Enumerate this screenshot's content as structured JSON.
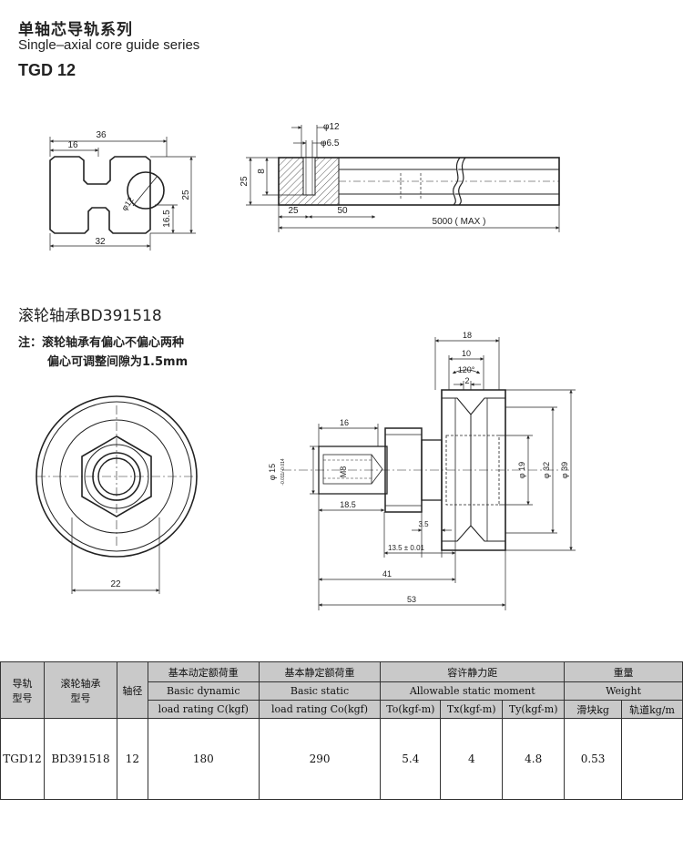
{
  "header": {
    "title_cn": "单轴芯导轨系列",
    "title_en": "Single–axial core guide series",
    "model": "TGD 12"
  },
  "rail_drawing": {
    "dim_36": "36",
    "dim_16": "16",
    "dim_25": "25",
    "dim_16_5": "16.5",
    "dim_32": "32",
    "dim_phi12_circle": "φ12",
    "side_phi12": "φ12",
    "side_phi6_5": "φ6.5",
    "side_25": "25",
    "side_8": "8",
    "side_25b": "25",
    "side_50": "50",
    "side_5000": "5000 ( MAX )"
  },
  "bearing": {
    "title": "滚轮轴承BD391518",
    "note_line1": "注：滚轮轴承有偏心不偏心两种",
    "note_line2": "偏心可调整间隙为1.5mm",
    "front_dim_22": "22",
    "side_18": "18",
    "side_10": "10",
    "side_120": "120°",
    "side_2": "2",
    "side_16": "16",
    "side_m8": "M8",
    "side_phi15": "φ 15",
    "side_phi15_tol": "-0.011/-0.014",
    "side_18_5": "18.5",
    "side_3_5": "3.5",
    "side_13_5": "13.5 ± 0.01",
    "side_41": "41",
    "side_53": "53",
    "side_phi19": "φ 19",
    "side_phi32": "φ 32",
    "side_phi39": "φ 39"
  },
  "table": {
    "h_rail_1": "导轨",
    "h_rail_2": "型号",
    "h_roller_1": "滚轮轴承",
    "h_roller_2": "型号",
    "h_axis": "轴径",
    "h_dyn_cn": "基本动定额荷重",
    "h_dyn_en1": "Basic dynamic",
    "h_dyn_en2": "load rating C(kgf)",
    "h_stat_cn": "基本静定额荷重",
    "h_stat_en1": "Basic static",
    "h_stat_en2": "load rating Co(kgf)",
    "h_moment_cn": "容许静力距",
    "h_moment_en": "Allowable static moment",
    "h_to": "To(kgf-m)",
    "h_tx": "Tx(kgf-m)",
    "h_ty": "Ty(kgf-m)",
    "h_weight_cn": "重量",
    "h_weight_en": "Weight",
    "h_slider": "滑块kg",
    "h_rail_w": "轨道kg/m",
    "row": {
      "rail": "TGD12",
      "roller": "BD391518",
      "axis": "12",
      "dyn": "180",
      "stat": "290",
      "to": "5.4",
      "tx": "4",
      "ty": "4.8",
      "slider": "0.53",
      "rail_w": ""
    }
  }
}
